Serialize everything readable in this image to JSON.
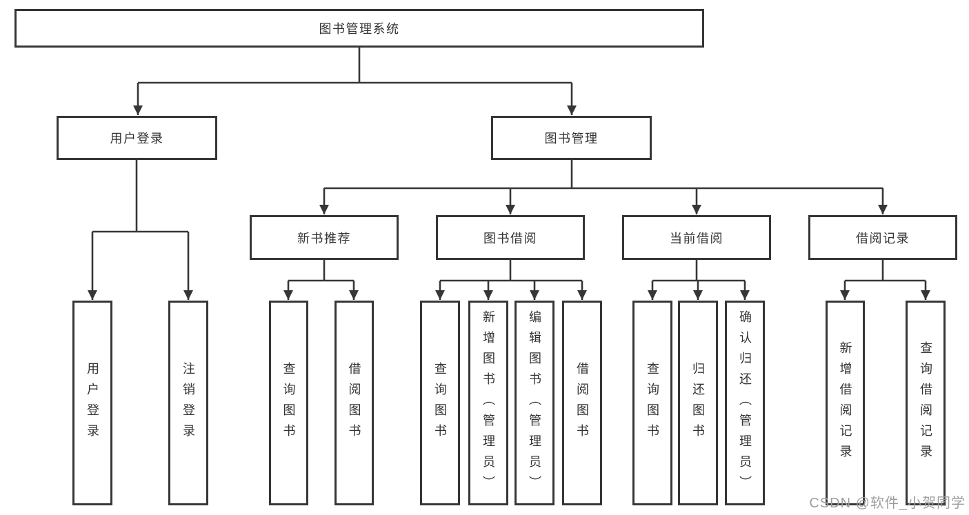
{
  "root": {
    "label": "图书管理系统"
  },
  "level2": [
    {
      "label": "用户登录"
    },
    {
      "label": "图书管理"
    }
  ],
  "level3": [
    {
      "label": "新书推荐"
    },
    {
      "label": "图书借阅"
    },
    {
      "label": "当前借阅"
    },
    {
      "label": "借阅记录"
    }
  ],
  "leaves": {
    "user_login": [
      "用户登录",
      "注销登录"
    ],
    "new_book": [
      "查询图书",
      "借阅图书"
    ],
    "book_borrow": [
      "查询图书",
      "新增图书（管理员）",
      "编辑图书（管理员）",
      "借阅图书"
    ],
    "current_borrow": [
      "查询图书",
      "归还图书",
      "确认归还（管理员）"
    ],
    "borrow_record": [
      "新增借阅记录",
      "查询借阅记录"
    ]
  },
  "watermark": "CSDN @软件_小贺同学",
  "colors": {
    "line": "#363636",
    "border": "#363636",
    "text": "#333333",
    "watermark": "#9e9e9e",
    "background": "#ffffff"
  }
}
